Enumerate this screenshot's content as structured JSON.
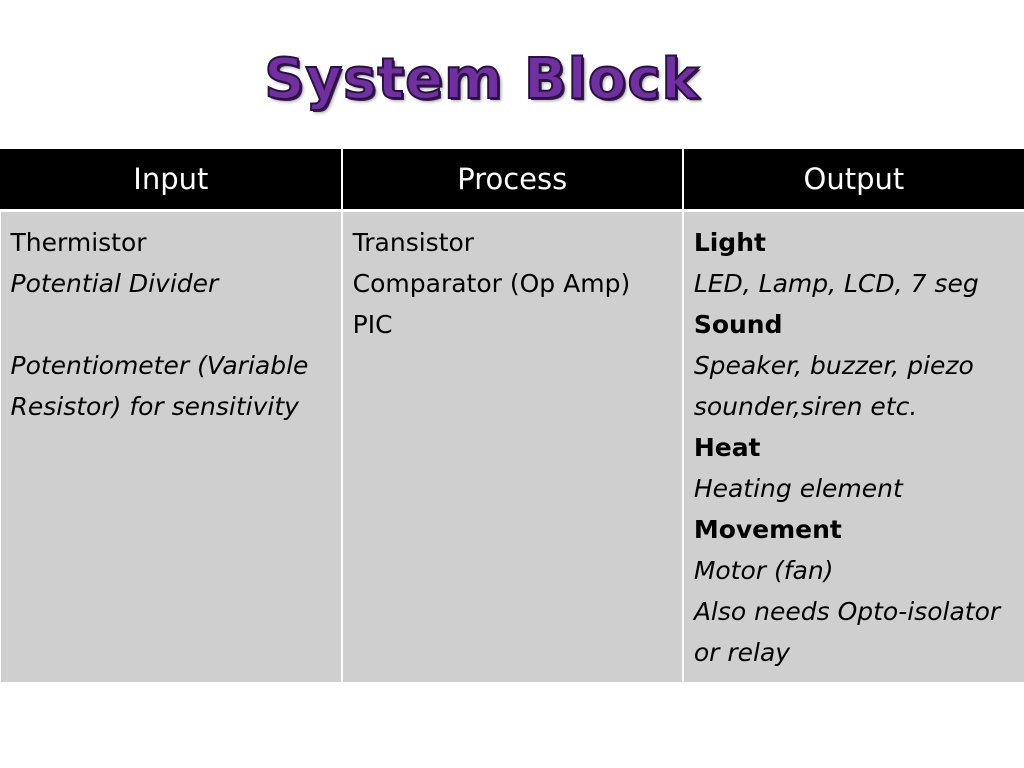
{
  "title": "System Block",
  "table": {
    "headers": [
      "Input",
      "Process",
      "Output"
    ],
    "input": {
      "thermistor": "Thermistor",
      "potential_divider": "Potential Divider",
      "potentiometer": "Potentiometer (Variable Resistor) for sensitivity"
    },
    "process": {
      "transistor": "Transistor",
      "comparator": "Comparator (Op Amp)",
      "pic": "PIC"
    },
    "output": {
      "light_heading": "Light",
      "light_items": "LED, Lamp, LCD, 7 seg",
      "sound_heading": "Sound",
      "sound_items": "Speaker, buzzer, piezo sounder,siren etc.",
      "heat_heading": "Heat",
      "heat_items": "Heating element",
      "movement_heading": "Movement",
      "movement_items": "Motor (fan)",
      "movement_note": "Also needs Opto-isolator or relay"
    }
  }
}
